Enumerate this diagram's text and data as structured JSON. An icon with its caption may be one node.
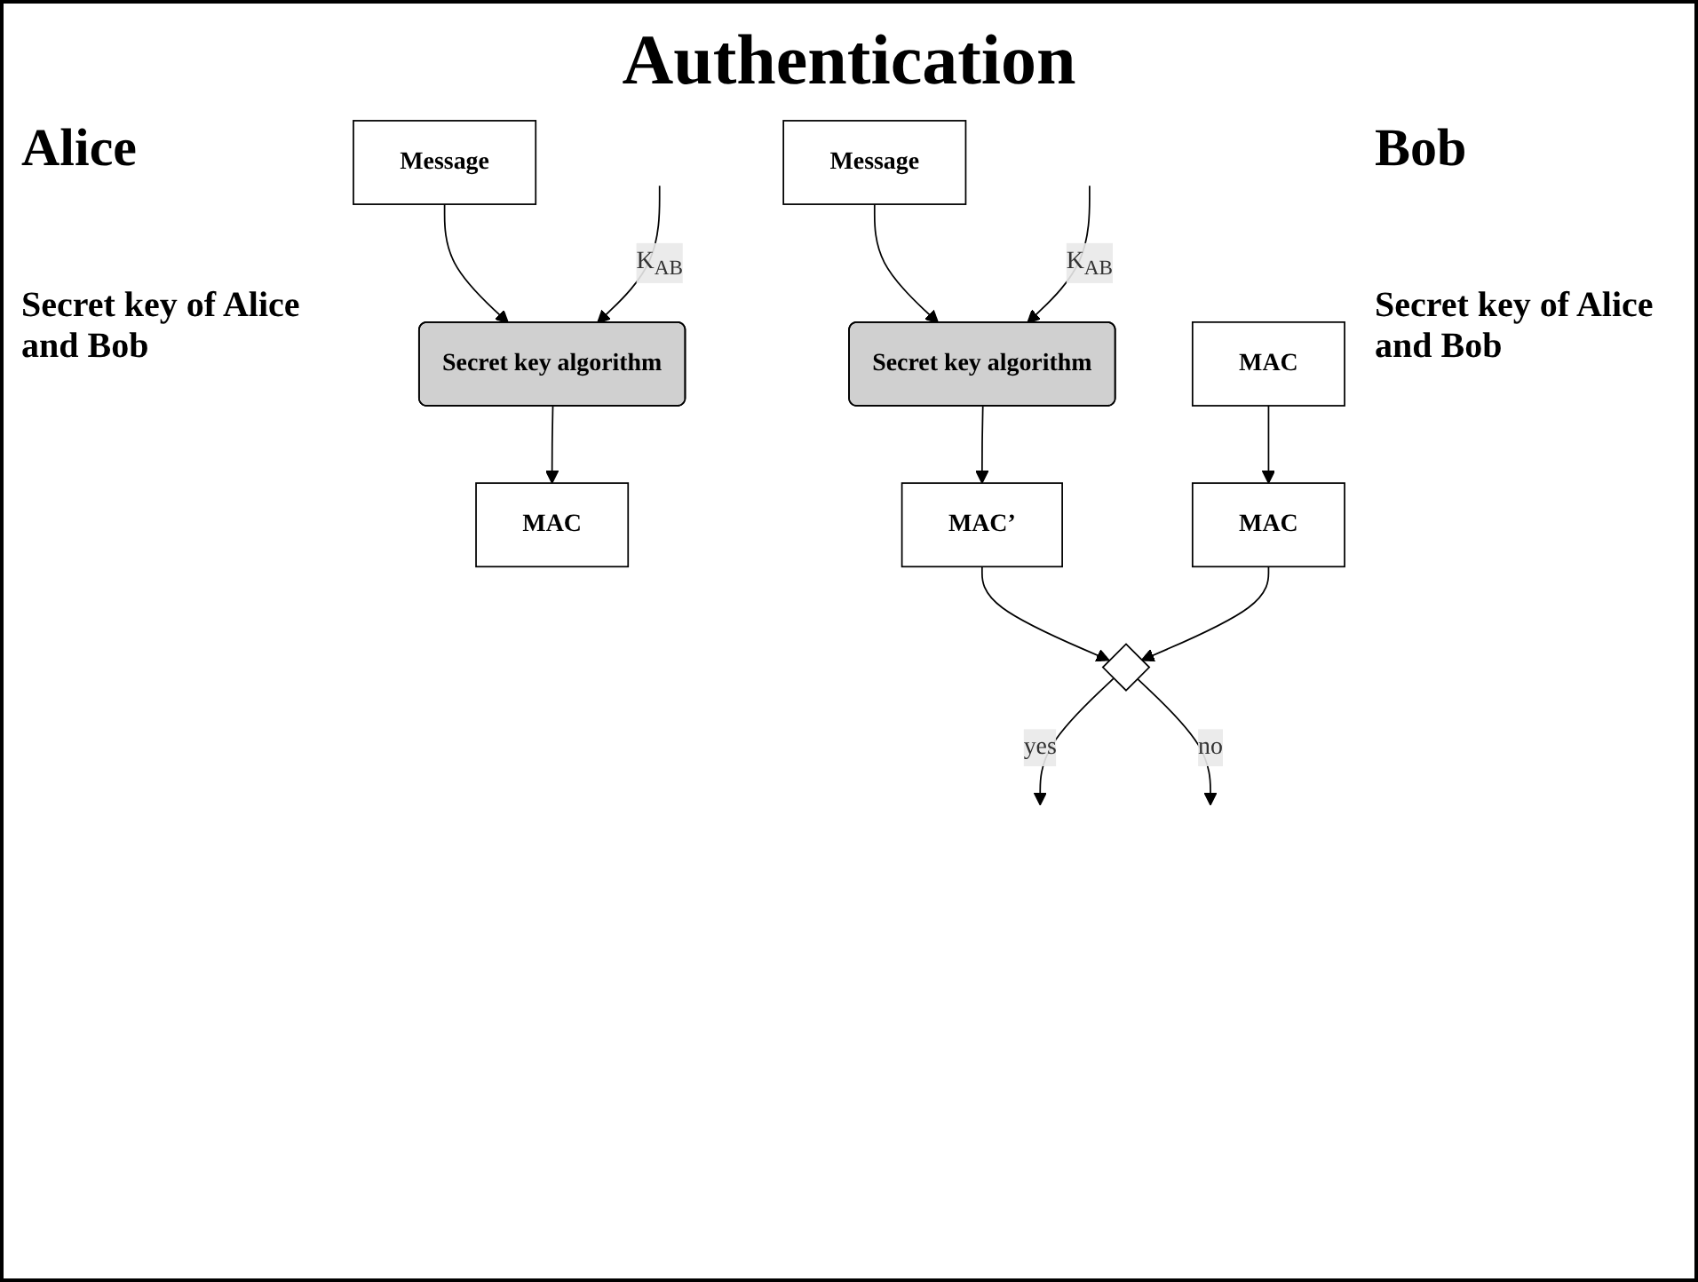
{
  "diagram": {
    "title": "Authentication",
    "nodes": [
      {
        "text": [
          "Message"
        ]
      },
      {
        "text": [
          "MAC"
        ]
      },
      {
        "text": [
          "Secret key algorithm"
        ]
      },
      {
        "text": [
          "Message"
        ]
      },
      {
        "text": [
          "MAC"
        ]
      },
      {
        "text": [
          "Secret key algorithm"
        ]
      },
      {
        "text": [
          "MAC’"
        ]
      },
      {
        "text": [],
        "shape": "diamond"
      },
      {
        "text": [
          "MAC"
        ]
      }
    ],
    "edges": [
      {
        "from": 0,
        "to": 2,
        "arrow": "to"
      },
      {
        "from": null,
        "to": 2,
        "arrow": "to",
        "label": "K$_{AB}$"
      },
      {
        "from": 2,
        "to": 1,
        "arrow": "to"
      },
      {
        "from": 3,
        "to": 5,
        "arrow": "to"
      },
      {
        "from": null,
        "to": 5,
        "arrow": "to",
        "label": "K$_{AB}$"
      },
      {
        "from": 5,
        "to": 6,
        "arrow": "to"
      },
      {
        "from": 6,
        "to": 7,
        "arrow": "to"
      },
      {
        "from": 7,
        "to": null,
        "arrow": "to",
        "label": "yes"
      },
      {
        "from": 7,
        "to": null,
        "arrow": "to",
        "label": "no"
      },
      {
        "from": 8,
        "to": 7,
        "arrow": "to"
      },
      {
        "from": 4,
        "to": 8,
        "arrow": "to"
      }
    ],
    "labels": [
      "Alice",
      "Bob",
      "Secret key of Alice and Bob",
      "Secret key of Alice and Bob"
    ]
  }
}
